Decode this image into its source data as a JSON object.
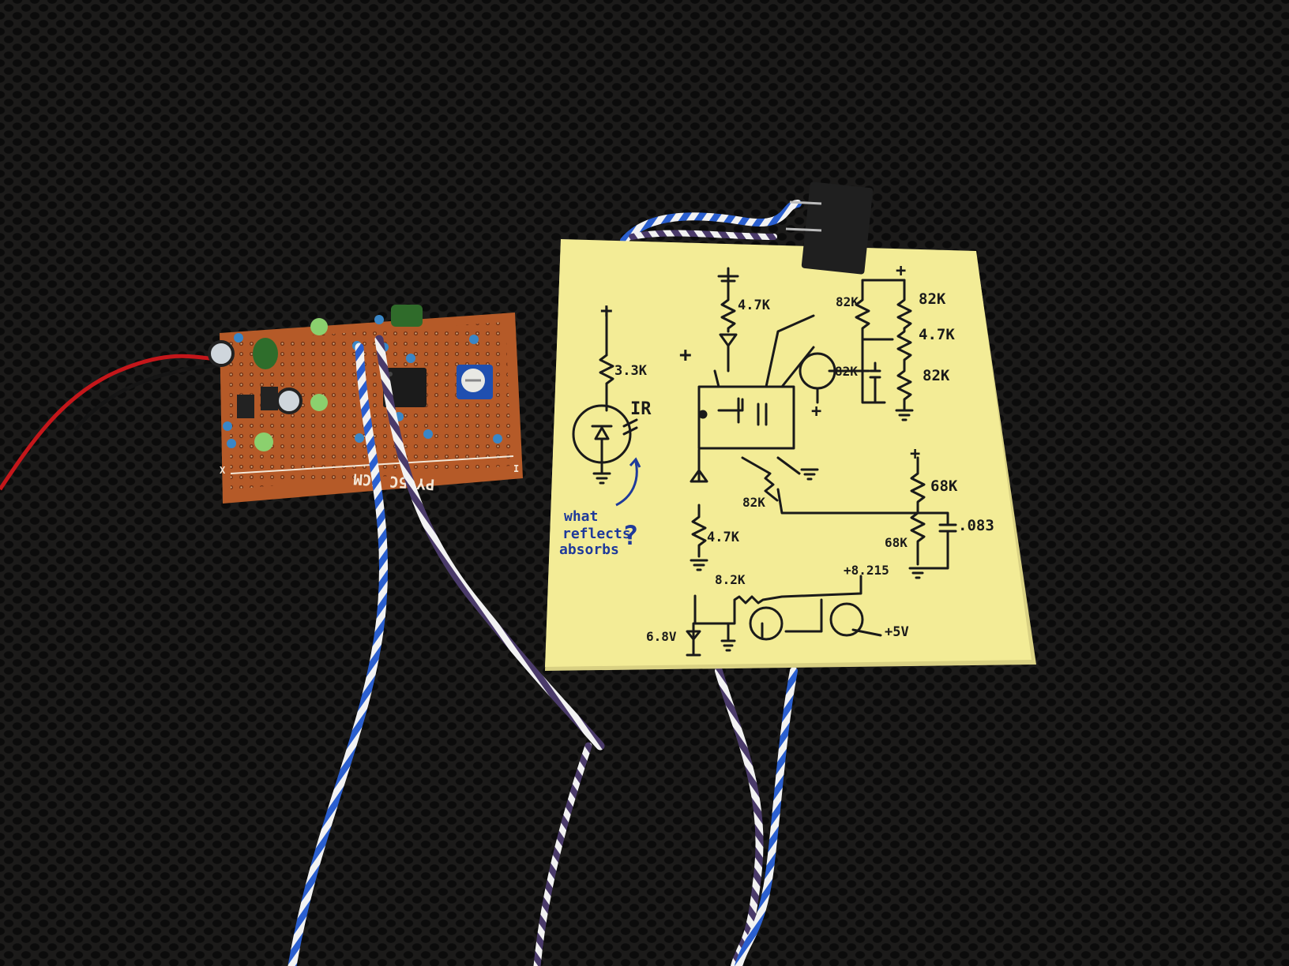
{
  "pcb": {
    "silkscreen": "PY 5C  7CM",
    "edge_marks": [
      "X",
      "I"
    ]
  },
  "schematic": {
    "labels": {
      "r_ir_supply": "3.3K",
      "ir": "IR",
      "r_top_led": "4.7K",
      "r_bias_top": "82K",
      "r_right_top": "82K",
      "pot": "4.7K",
      "r_right_bottom": "82K",
      "r_photo": "82K",
      "r_feedback": "82K",
      "r_divider_top": "68K",
      "r_divider_bottom": "68K",
      "cap": ".083",
      "r_led_bottom": "4.7K",
      "r_base": "8.2K",
      "zener": "6.8V",
      "vin": "+8.215",
      "vout": "+5V",
      "plus_left": "+",
      "plus_ir": "+",
      "plus_right": "+",
      "plus_mid": "+",
      "plus_photo": "+"
    },
    "note": {
      "line1": "what",
      "line2": "reflects",
      "line3": "absorbs",
      "mark": "?"
    }
  },
  "colors": {
    "background": "#1c1b1a",
    "paper": "#f3ec96",
    "pcb": "#b55a28",
    "ink": "#1a1a1a",
    "note_ink": "#1f3a9a",
    "wire_blue": "#2a5fd0",
    "wire_purple": "#4a3a6a",
    "wire_white": "#f2f2f2"
  }
}
